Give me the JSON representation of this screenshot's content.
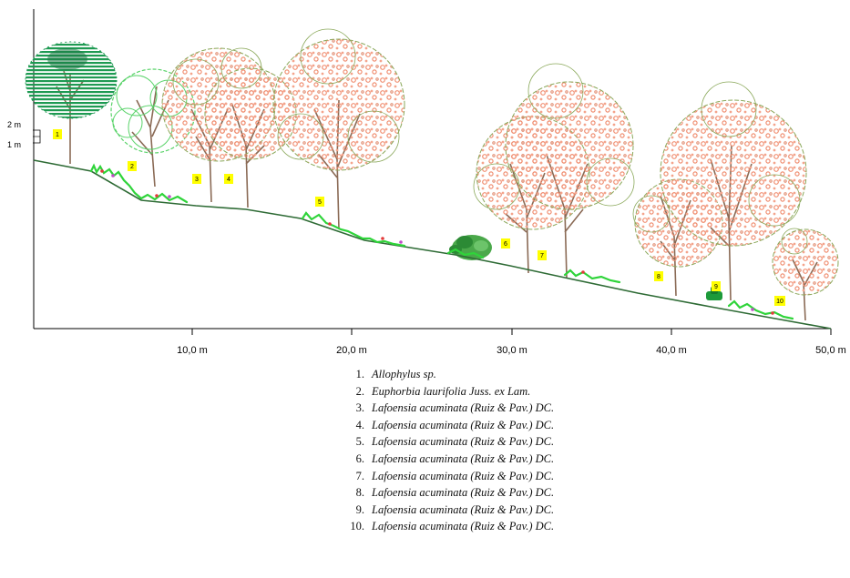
{
  "scale": {
    "label_2m": "2 m",
    "label_1m": "1 m"
  },
  "axis": {
    "x_ticks": [
      "10,0 m",
      "20,0 m",
      "30,0 m",
      "40,0 m",
      "50,0 m"
    ]
  },
  "tags": [
    "1",
    "2",
    "3",
    "4",
    "5",
    "6",
    "7",
    "8",
    "9",
    "10"
  ],
  "legend": [
    {
      "num": "1.",
      "name": "Allophylus sp."
    },
    {
      "num": "2.",
      "name": "Euphorbia laurifolia Juss. ex Lam."
    },
    {
      "num": "3.",
      "name": "Lafoensia acuminata (Ruiz & Pav.) DC."
    },
    {
      "num": "4.",
      "name": "Lafoensia acuminata (Ruiz & Pav.) DC."
    },
    {
      "num": "5.",
      "name": "Lafoensia acuminata (Ruiz & Pav.) DC."
    },
    {
      "num": "6.",
      "name": "Lafoensia acuminata (Ruiz & Pav.) DC."
    },
    {
      "num": "7.",
      "name": "Lafoensia acuminata (Ruiz & Pav.) DC."
    },
    {
      "num": "8.",
      "name": "Lafoensia acuminata (Ruiz & Pav.) DC."
    },
    {
      "num": "9.",
      "name": "Lafoensia acuminata (Ruiz & Pav.) DC."
    },
    {
      "num": "10.",
      "name": "Lafoensia acuminata (Ruiz & Pav.) DC."
    }
  ],
  "colors": {
    "ground": "#2e6b35",
    "grass": "#2fd43a",
    "tag_fill": "#ffff00",
    "canopy_outline": "#8aa85a",
    "blossom": "#f08f72",
    "trunk": "#8a6a55",
    "allophylus": "#1e9a52",
    "euphorbia": "#5ad36a"
  }
}
